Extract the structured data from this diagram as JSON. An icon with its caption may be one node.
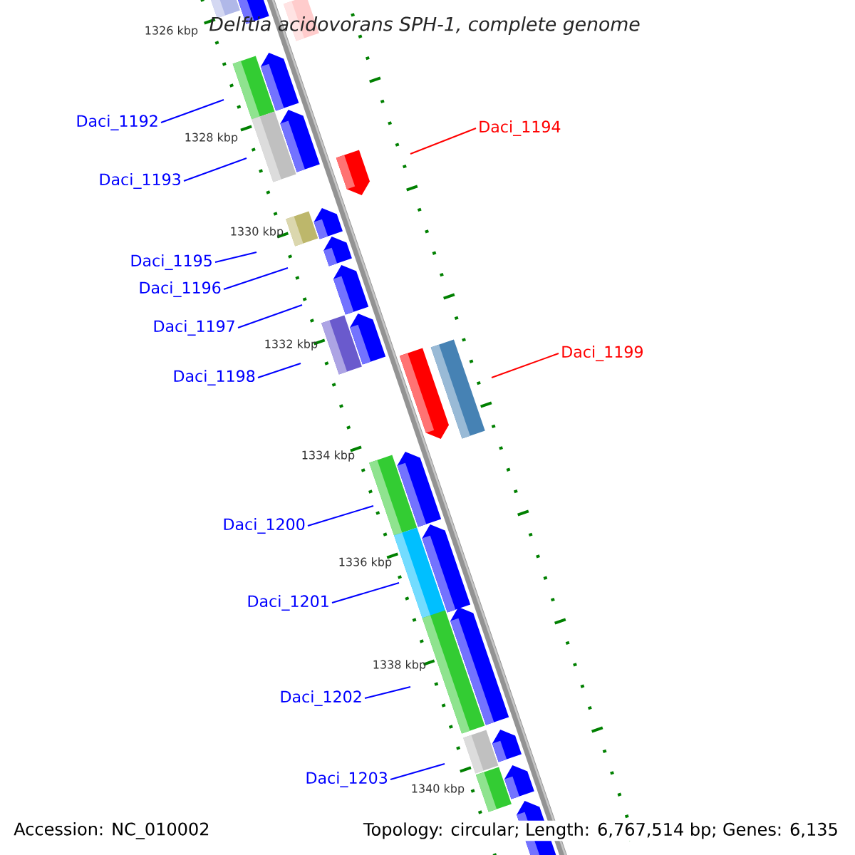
{
  "diagram": {
    "title": "*Delftia acidovorans* SPH-1, complete genome",
    "nodes": [
      {
        "text": [
          "Daci_1192"
        ]
      },
      {
        "text": [
          "Daci_1194"
        ]
      },
      {
        "text": [
          "Daci_1193"
        ]
      },
      {
        "text": [
          "Daci_1195"
        ]
      },
      {
        "text": [
          "Daci_1196"
        ]
      },
      {
        "text": [
          "Daci_1197"
        ]
      },
      {
        "text": [
          "Daci_1199"
        ]
      },
      {
        "text": [
          "Daci_1198"
        ]
      },
      {
        "text": [
          "Daci_1200"
        ]
      },
      {
        "text": [
          "Daci_1201"
        ]
      },
      {
        "text": [
          "Daci_1202"
        ]
      },
      {
        "text": [
          "Daci_1203"
        ]
      }
    ],
    "edges": [
      {
        "from": 0,
        "to": null,
        "arrow": "none"
      },
      {
        "from": 1,
        "to": null,
        "arrow": "none",
        "color": "#ff0000"
      },
      {
        "from": 2,
        "to": null,
        "arrow": "none"
      },
      {
        "from": 3,
        "to": null,
        "arrow": "none"
      },
      {
        "from": 4,
        "to": null,
        "arrow": "none"
      },
      {
        "from": 5,
        "to": null,
        "arrow": "none"
      },
      {
        "from": 6,
        "to": null,
        "arrow": "none",
        "color": "#ff0000"
      },
      {
        "from": 7,
        "to": null,
        "arrow": "none"
      },
      {
        "from": 8,
        "to": null,
        "arrow": "none"
      },
      {
        "from": 9,
        "to": null,
        "arrow": "none"
      },
      {
        "from": 10,
        "to": null,
        "arrow": "none"
      },
      {
        "from": 11,
        "to": null,
        "arrow": "none"
      }
    ],
    "labels": [
      "1326 kbp",
      "1328 kbp",
      "1330 kbp",
      "1332 kbp",
      "1334 kbp",
      "1336 kbp",
      "1338 kbp",
      "1340 kbp",
      "Accession: NC_010002",
      "Topology: circular; Length: 6,767,514 bp; Genes: 6,135"
    ]
  }
}
